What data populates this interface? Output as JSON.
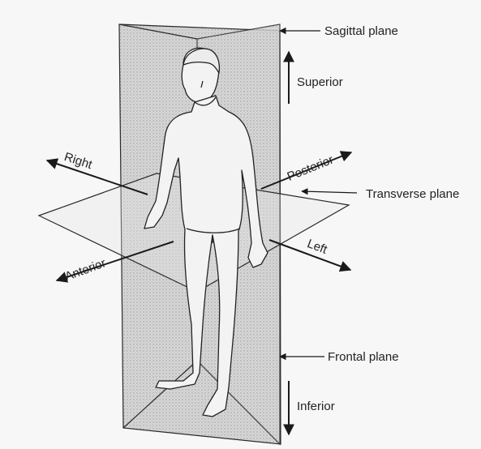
{
  "labels": {
    "sagittal": "Sagittal plane",
    "superior": "Superior",
    "transverse": "Transverse plane",
    "frontal": "Frontal plane",
    "inferior": "Inferior",
    "right": "Right",
    "posterior": "Posterior",
    "anterior": "Anterior",
    "left": "Left"
  },
  "colors": {
    "background": "#f7f7f7",
    "line": "#2a2a2a",
    "plane_fill": "#cfcfcf"
  }
}
